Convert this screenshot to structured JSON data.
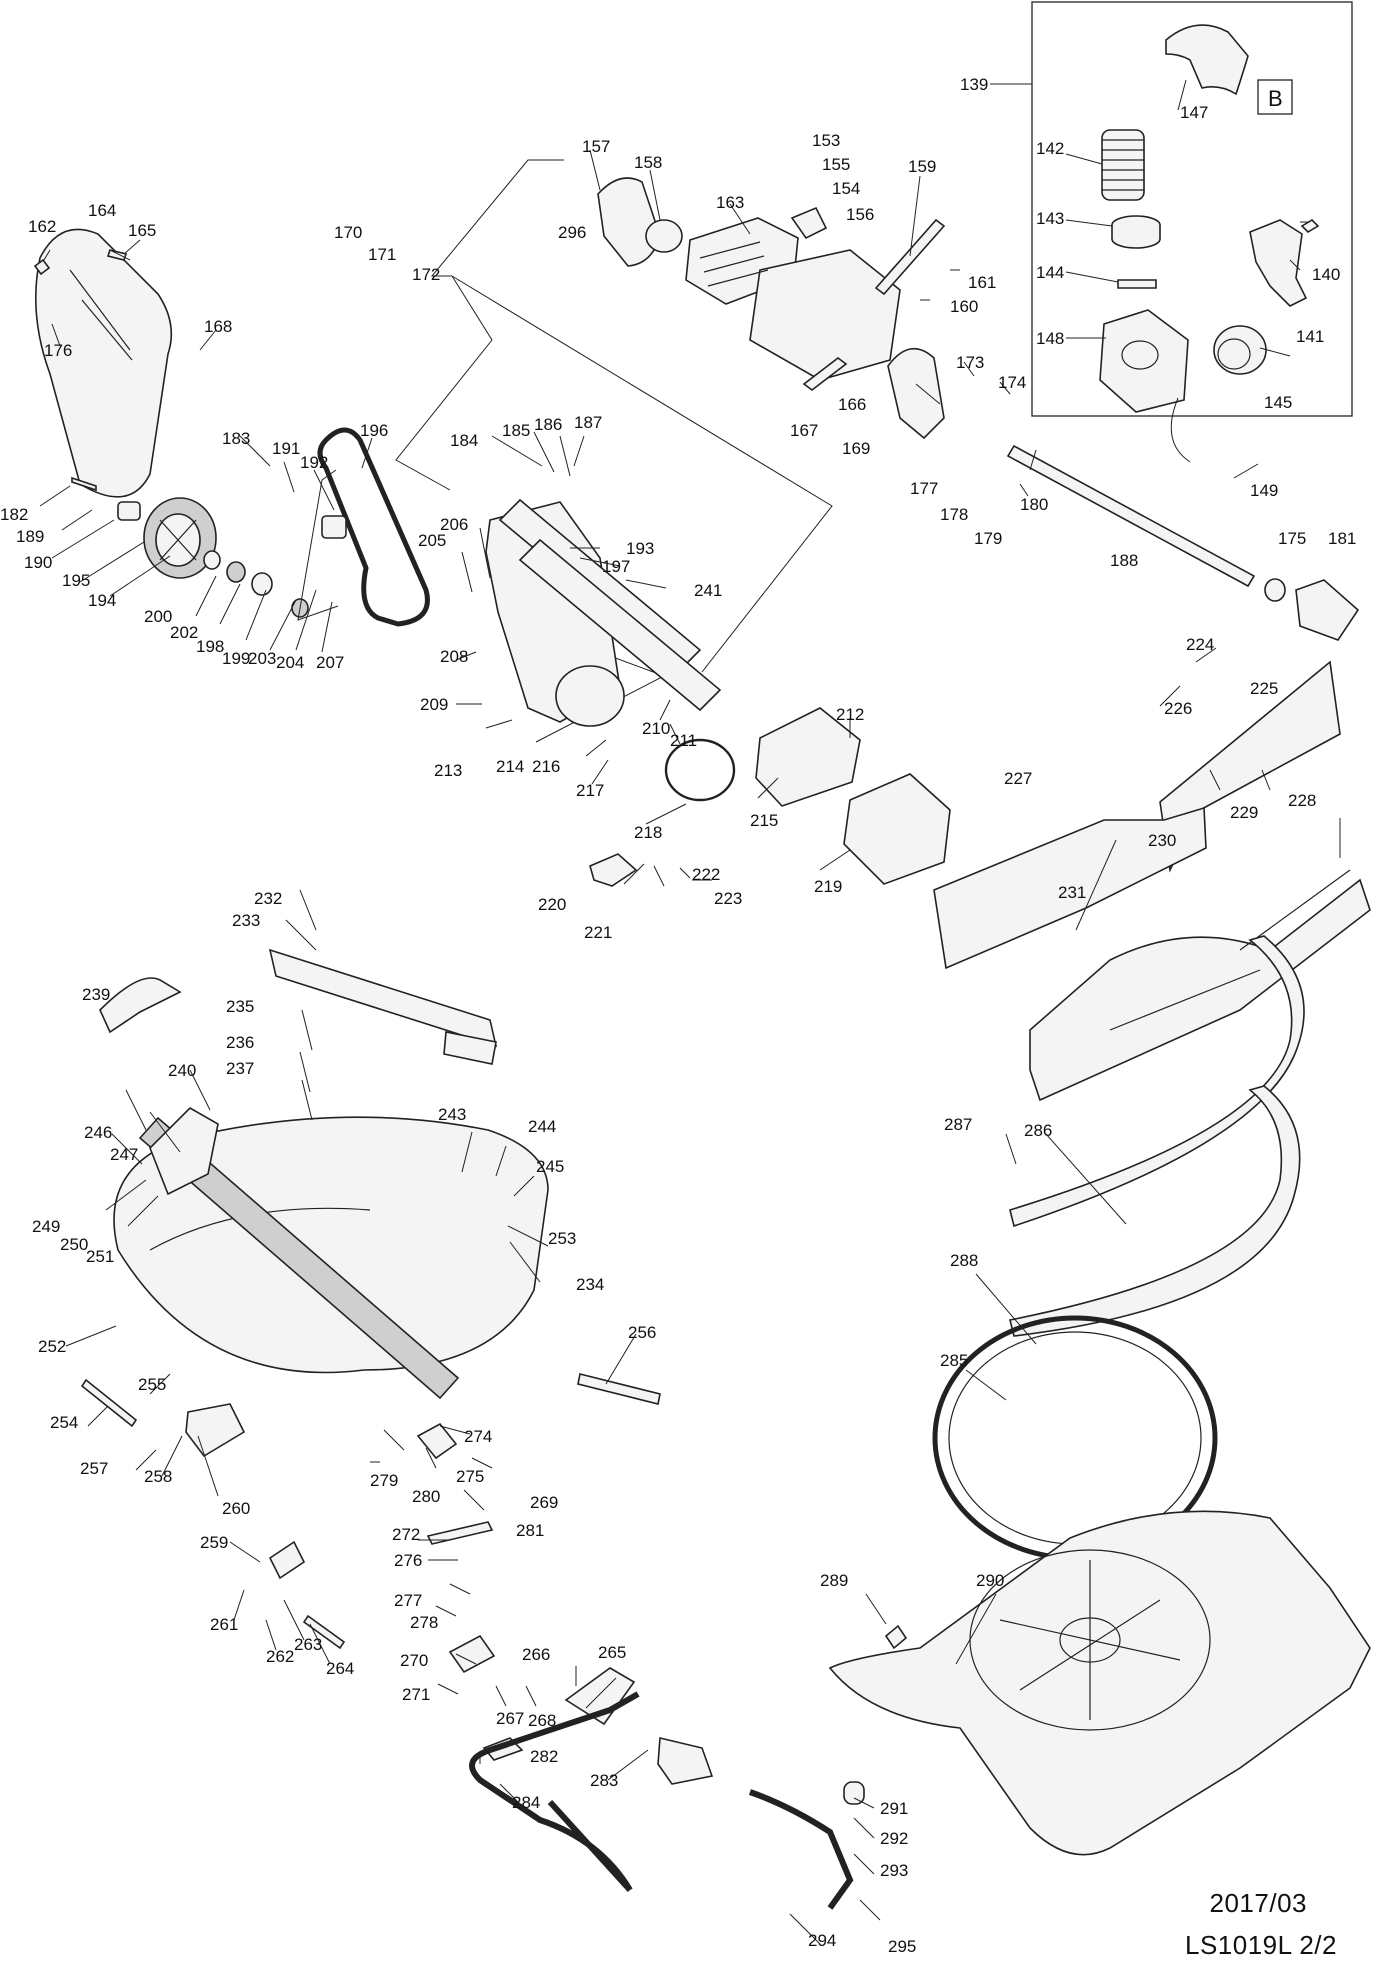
{
  "footer": {
    "date": "2017/03",
    "model": "LS1019L 2/2"
  },
  "box_tag": "B",
  "labels": {
    "n139": "139",
    "n140": "140",
    "n141": "141",
    "n142": "142",
    "n143": "143",
    "n144": "144",
    "n145": "145",
    "n147": "147",
    "n148": "148",
    "n149": "149",
    "n153": "153",
    "n154": "154",
    "n155": "155",
    "n156": "156",
    "n157": "157",
    "n158": "158",
    "n159": "159",
    "n160": "160",
    "n161": "161",
    "n162": "162",
    "n163": "163",
    "n164": "164",
    "n165": "165",
    "n166": "166",
    "n167": "167",
    "n168": "168",
    "n169": "169",
    "n170": "170",
    "n171": "171",
    "n172": "172",
    "n173": "173",
    "n174": "174",
    "n175": "175",
    "n176": "176",
    "n177": "177",
    "n178": "178",
    "n179": "179",
    "n180": "180",
    "n181": "181",
    "n182": "182",
    "n183": "183",
    "n184": "184",
    "n185": "185",
    "n186": "186",
    "n187": "187",
    "n188": "188",
    "n189": "189",
    "n190": "190",
    "n191": "191",
    "n192": "192",
    "n193": "193",
    "n194": "194",
    "n195": "195",
    "n196": "196",
    "n197": "197",
    "n198": "198",
    "n199": "199",
    "n200": "200",
    "n202": "202",
    "n203": "203",
    "n204": "204",
    "n205": "205",
    "n206": "206",
    "n207": "207",
    "n208": "208",
    "n209": "209",
    "n210": "210",
    "n211": "211",
    "n212": "212",
    "n213": "213",
    "n214": "214",
    "n215": "215",
    "n216": "216",
    "n217": "217",
    "n218": "218",
    "n219": "219",
    "n220": "220",
    "n221": "221",
    "n222": "222",
    "n223": "223",
    "n224": "224",
    "n225": "225",
    "n226": "226",
    "n227": "227",
    "n228": "228",
    "n229": "229",
    "n230": "230",
    "n231": "231",
    "n232": "232",
    "n233": "233",
    "n234": "234",
    "n235": "235",
    "n236": "236",
    "n237": "237",
    "n239": "239",
    "n240": "240",
    "n241": "241",
    "n243": "243",
    "n244": "244",
    "n245": "245",
    "n246": "246",
    "n247": "247",
    "n249": "249",
    "n250": "250",
    "n251": "251",
    "n252": "252",
    "n253": "253",
    "n254": "254",
    "n255": "255",
    "n256": "256",
    "n257": "257",
    "n258": "258",
    "n259": "259",
    "n260": "260",
    "n261": "261",
    "n262": "262",
    "n263": "263",
    "n264": "264",
    "n265": "265",
    "n266": "266",
    "n267": "267",
    "n268": "268",
    "n269": "269",
    "n270": "270",
    "n271": "271",
    "n272": "272",
    "n274": "274",
    "n275": "275",
    "n276": "276",
    "n277": "277",
    "n278": "278",
    "n279": "279",
    "n280": "280",
    "n281": "281",
    "n282": "282",
    "n283": "283",
    "n284": "284",
    "n285": "285",
    "n286": "286",
    "n287": "287",
    "n288": "288",
    "n289": "289",
    "n290": "290",
    "n291": "291",
    "n292": "292",
    "n293": "293",
    "n294": "294",
    "n295": "295",
    "n296": "296"
  }
}
